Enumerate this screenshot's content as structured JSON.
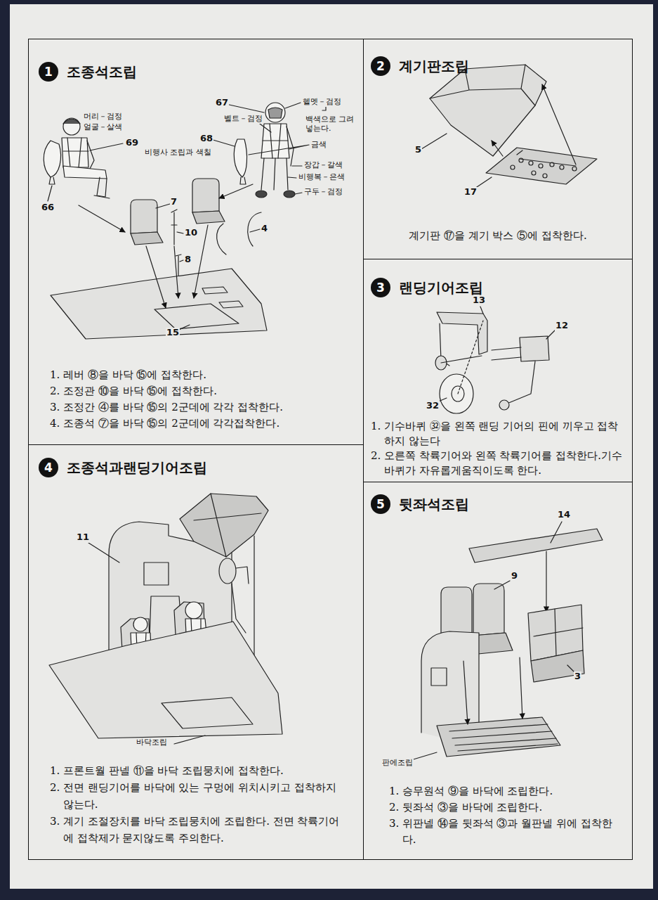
{
  "diagram": {
    "nodes": [
      {
        "text": [
          "조종석조립",
          "1. 레버 ⑧을 바닥 ⑮에 접착한다.",
          "2. 조정관 ⑩을 바닥 ⑮에 접착한다.",
          "3. 조정간 ④를 바닥 ⑮의 2군데에 각각 접착한다.",
          "4. 조종석 ⑦을 바닥 ⑮의 2군데에 각각접착한다."
        ]
      },
      {
        "text": [
          "1"
        ],
        "in": 0
      },
      {
        "text": [
          "계기판조립",
          "계기판 ⑰을 계기 박스 ⑤에 접착한다."
        ]
      },
      {
        "text": [
          "2"
        ],
        "in": 2
      },
      {
        "text": [
          "랜딩기어조립",
          "1. 기수바퀴 ㉜을 왼쪽 랜딩 기어의 핀에 끼우고 접착하지 않는다",
          "2. 오른쪽 착륙기어와 왼쪽 착륙기어를 접착한다.기수바퀴가 자유롭게움직이도록 한다."
        ]
      },
      {
        "text": [
          "3"
        ],
        "in": 4
      },
      {
        "text": [
          "조종석과랜딩기어조립",
          "1. 프론트월 판넬 ⑪을 바닥 조립뭉치에 접착한다.",
          "2. 전면 랜딩기어를 바닥에 있는 구멍에 위치시키고 접착하지 않는다.",
          "3. 계기 조절장치를 바닥 조립뭉치에 조립한다. 전면 착륙기어에 접착제가 묻지않도록 주의한다."
        ]
      },
      {
        "text": [
          "4"
        ],
        "in": 6
      },
      {
        "text": [
          "뒷좌석조립",
          "1. 승무원석 ⑨을 바닥에 조립한다.",
          "2. 뒷좌석 ③을 바닥에 조립한다.",
          "3. 위판넬 ⑭을 뒷좌석 ③과 월판넬 위에 접착한다."
        ]
      },
      {
        "text": [
          "5"
        ],
        "in": 8
      }
    ],
    "labels": [
      "머리－검정",
      "얼굴－살색",
      "69",
      "66",
      "67",
      "헬멧－검정",
      "벨트－검정",
      "68",
      "백색으로 그려 넣는다.",
      "금색",
      "비행사 조립과 색칠",
      "장갑－갈색",
      "비행복－은색",
      "구두－검정",
      "7",
      "10",
      "4",
      "8",
      "15",
      "5",
      "17",
      "13",
      "12",
      "32",
      "11",
      "바닥조립",
      "14",
      "9",
      "3",
      "판에조립"
    ]
  }
}
